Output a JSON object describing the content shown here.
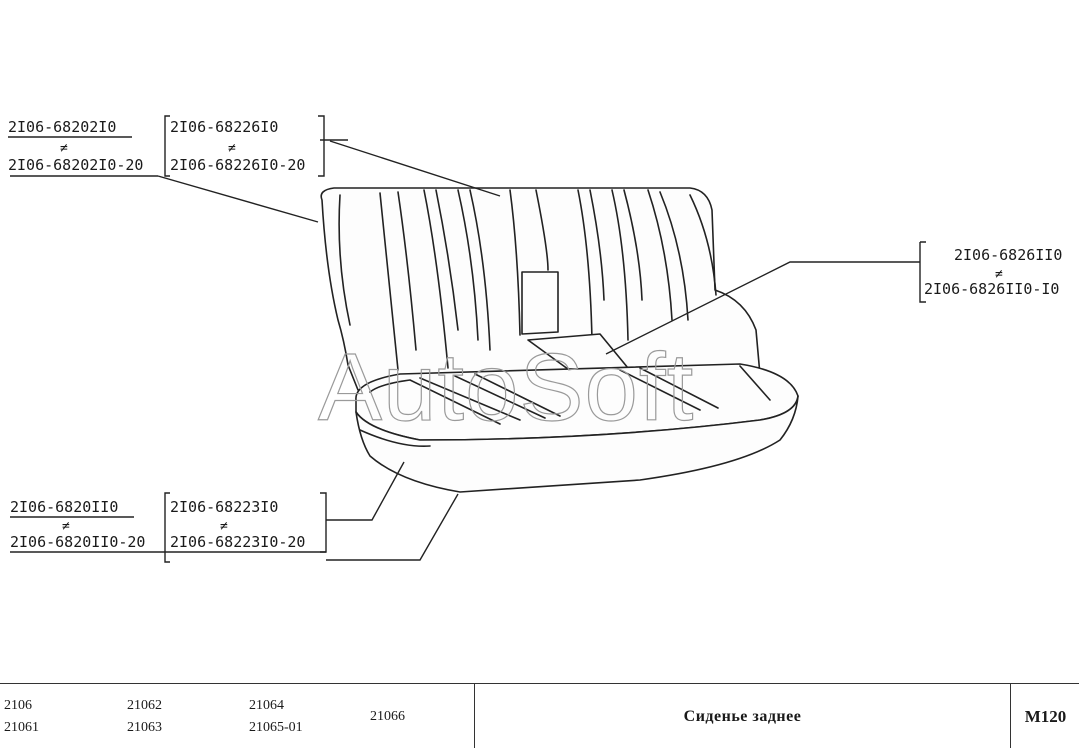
{
  "watermark": "AutoSoft",
  "callouts": {
    "backrest_left": {
      "top": "2I06-68202I0",
      "sep": "≠",
      "bottom": "2I06-68202I0-20"
    },
    "backrest_right": {
      "top": "2I06-68226I0",
      "sep": "≠",
      "bottom": "2I06-68226I0-20"
    },
    "armrest": {
      "top": "2I06-6826II0",
      "sep": "≠",
      "bottom": "2I06-6826II0-I0"
    },
    "cushion_left": {
      "top": "2I06-6820II0",
      "sep": "≠",
      "bottom": "2I06-6820II0-20"
    },
    "cushion_right": {
      "top": "2I06-68223I0",
      "sep": "≠",
      "bottom": "2I06-68223I0-20"
    }
  },
  "titleblock": {
    "models": [
      [
        "2106",
        "21061"
      ],
      [
        "21062",
        "21063"
      ],
      [
        "21064",
        "21065-01"
      ],
      [
        "21066"
      ]
    ],
    "title": "Сиденье заднее",
    "code": "M120"
  }
}
